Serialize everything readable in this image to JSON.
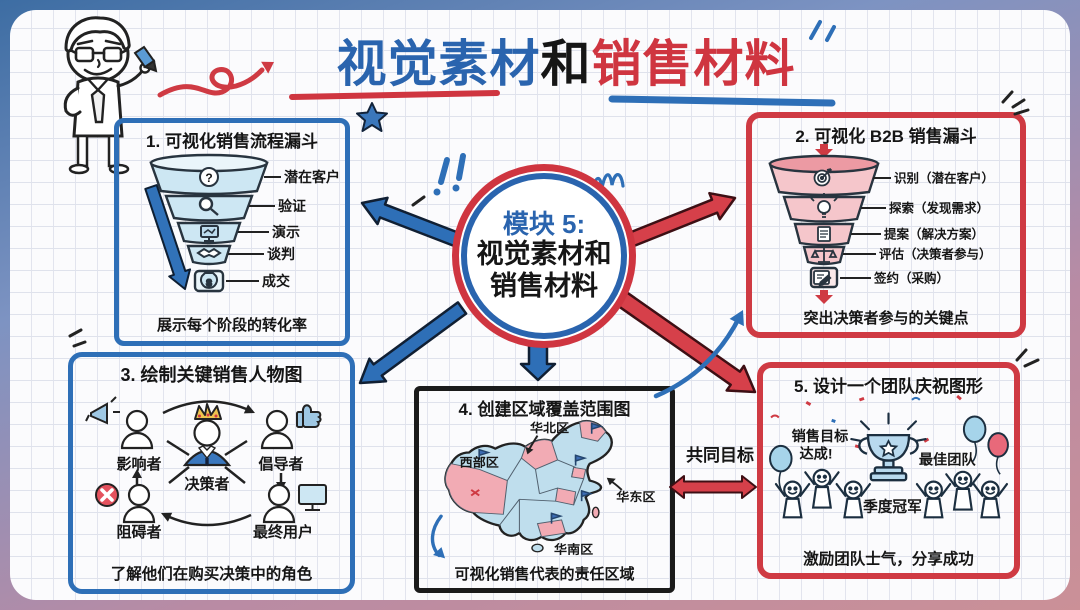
{
  "header": {
    "title_blue": "视觉素材",
    "title_and": "和",
    "title_red": "销售材料"
  },
  "center": {
    "line1": "模块 5:",
    "line2": "视觉素材和",
    "line3": "销售材料"
  },
  "box1": {
    "title": "1. 可视化销售流程漏斗",
    "stages": [
      {
        "label": "潜在客户",
        "icon": "question-bubble-icon"
      },
      {
        "label": "验证",
        "icon": "magnifier-icon"
      },
      {
        "label": "演示",
        "icon": "presentation-screen-icon"
      },
      {
        "label": "谈判",
        "icon": "handshake-icon"
      },
      {
        "label": "成交",
        "icon": "money-bag-icon"
      }
    ],
    "caption": "展示每个阶段的转化率"
  },
  "box2": {
    "title": "2. 可视化 B2B 销售漏斗",
    "stages": [
      {
        "label": "识别（潜在客户）",
        "icon": "target-icon"
      },
      {
        "label": "探索（发现需求）",
        "icon": "lightbulb-icon"
      },
      {
        "label": "提案（解决方案）",
        "icon": "document-icon"
      },
      {
        "label": "评估（决策者参与）",
        "icon": "scales-icon"
      },
      {
        "label": "签约（采购）",
        "icon": "contract-pen-icon"
      }
    ],
    "caption": "突出决策者参与的关键点"
  },
  "box3": {
    "title": "3. 绘制关键销售人物图",
    "roles": {
      "influencer": "影响者",
      "advocate": "倡导者",
      "decision_maker": "决策者",
      "blocker": "阻碍者",
      "end_user": "最终用户"
    },
    "caption": "了解他们在购买决策中的角色"
  },
  "box4": {
    "title": "4. 创建区域覆盖范围图",
    "regions": {
      "north": "华北区",
      "west": "西部区",
      "east": "华东区",
      "south": "华南区"
    },
    "caption": "可视化销售代表的责任区域"
  },
  "box5": {
    "title": "5. 设计一个团队庆祝图形",
    "labels": {
      "goal_line1": "销售目标",
      "goal_line2": "达成!",
      "best_team": "最佳团队",
      "quarter_champion": "季度冠军"
    },
    "caption": "激励团队士气，分享成功"
  },
  "connector": {
    "label": "共同目标"
  },
  "colors": {
    "blue": "#2e6fb7",
    "red": "#cf3a43",
    "ink": "#161616",
    "light_blue_fill": "#cde7f3",
    "pink_fill": "#f3bcc3",
    "gold": "#eec44f"
  }
}
